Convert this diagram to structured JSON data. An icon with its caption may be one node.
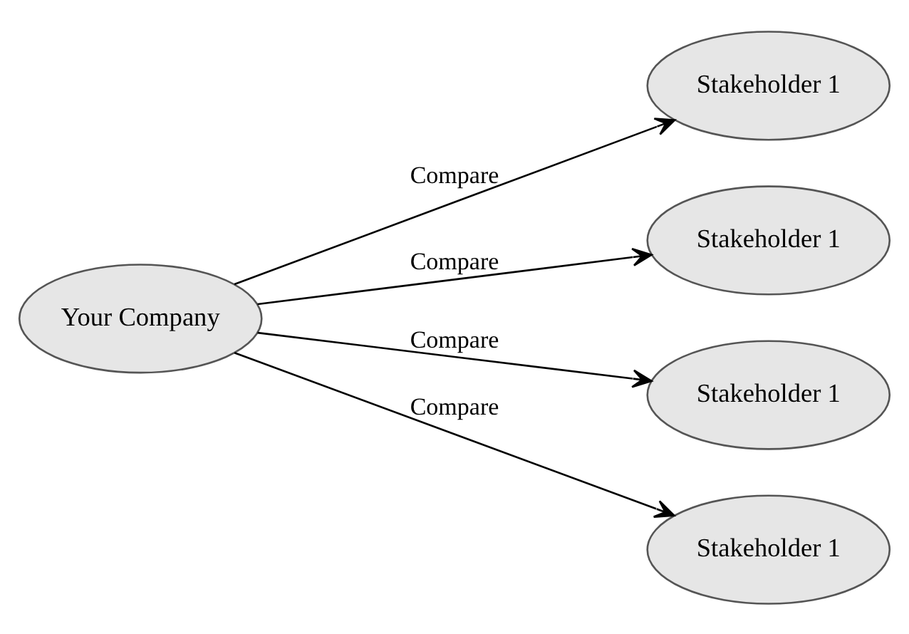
{
  "diagram": {
    "nodes": [
      {
        "text": [
          "Your Company"
        ]
      },
      {
        "text": [
          "Stakeholder 1"
        ]
      },
      {
        "text": [
          "Stakeholder 1"
        ]
      },
      {
        "text": [
          "Stakeholder 1"
        ]
      },
      {
        "text": [
          "Stakeholder 1"
        ]
      }
    ],
    "edges": [
      {
        "from": 0,
        "to": 1,
        "arrow": "to",
        "label": "Compare"
      },
      {
        "from": 0,
        "to": 2,
        "arrow": "to",
        "label": "Compare"
      },
      {
        "from": 0,
        "to": 3,
        "arrow": "to",
        "label": "Compare"
      },
      {
        "from": 0,
        "to": 4,
        "arrow": "to",
        "label": "Compare"
      }
    ]
  }
}
